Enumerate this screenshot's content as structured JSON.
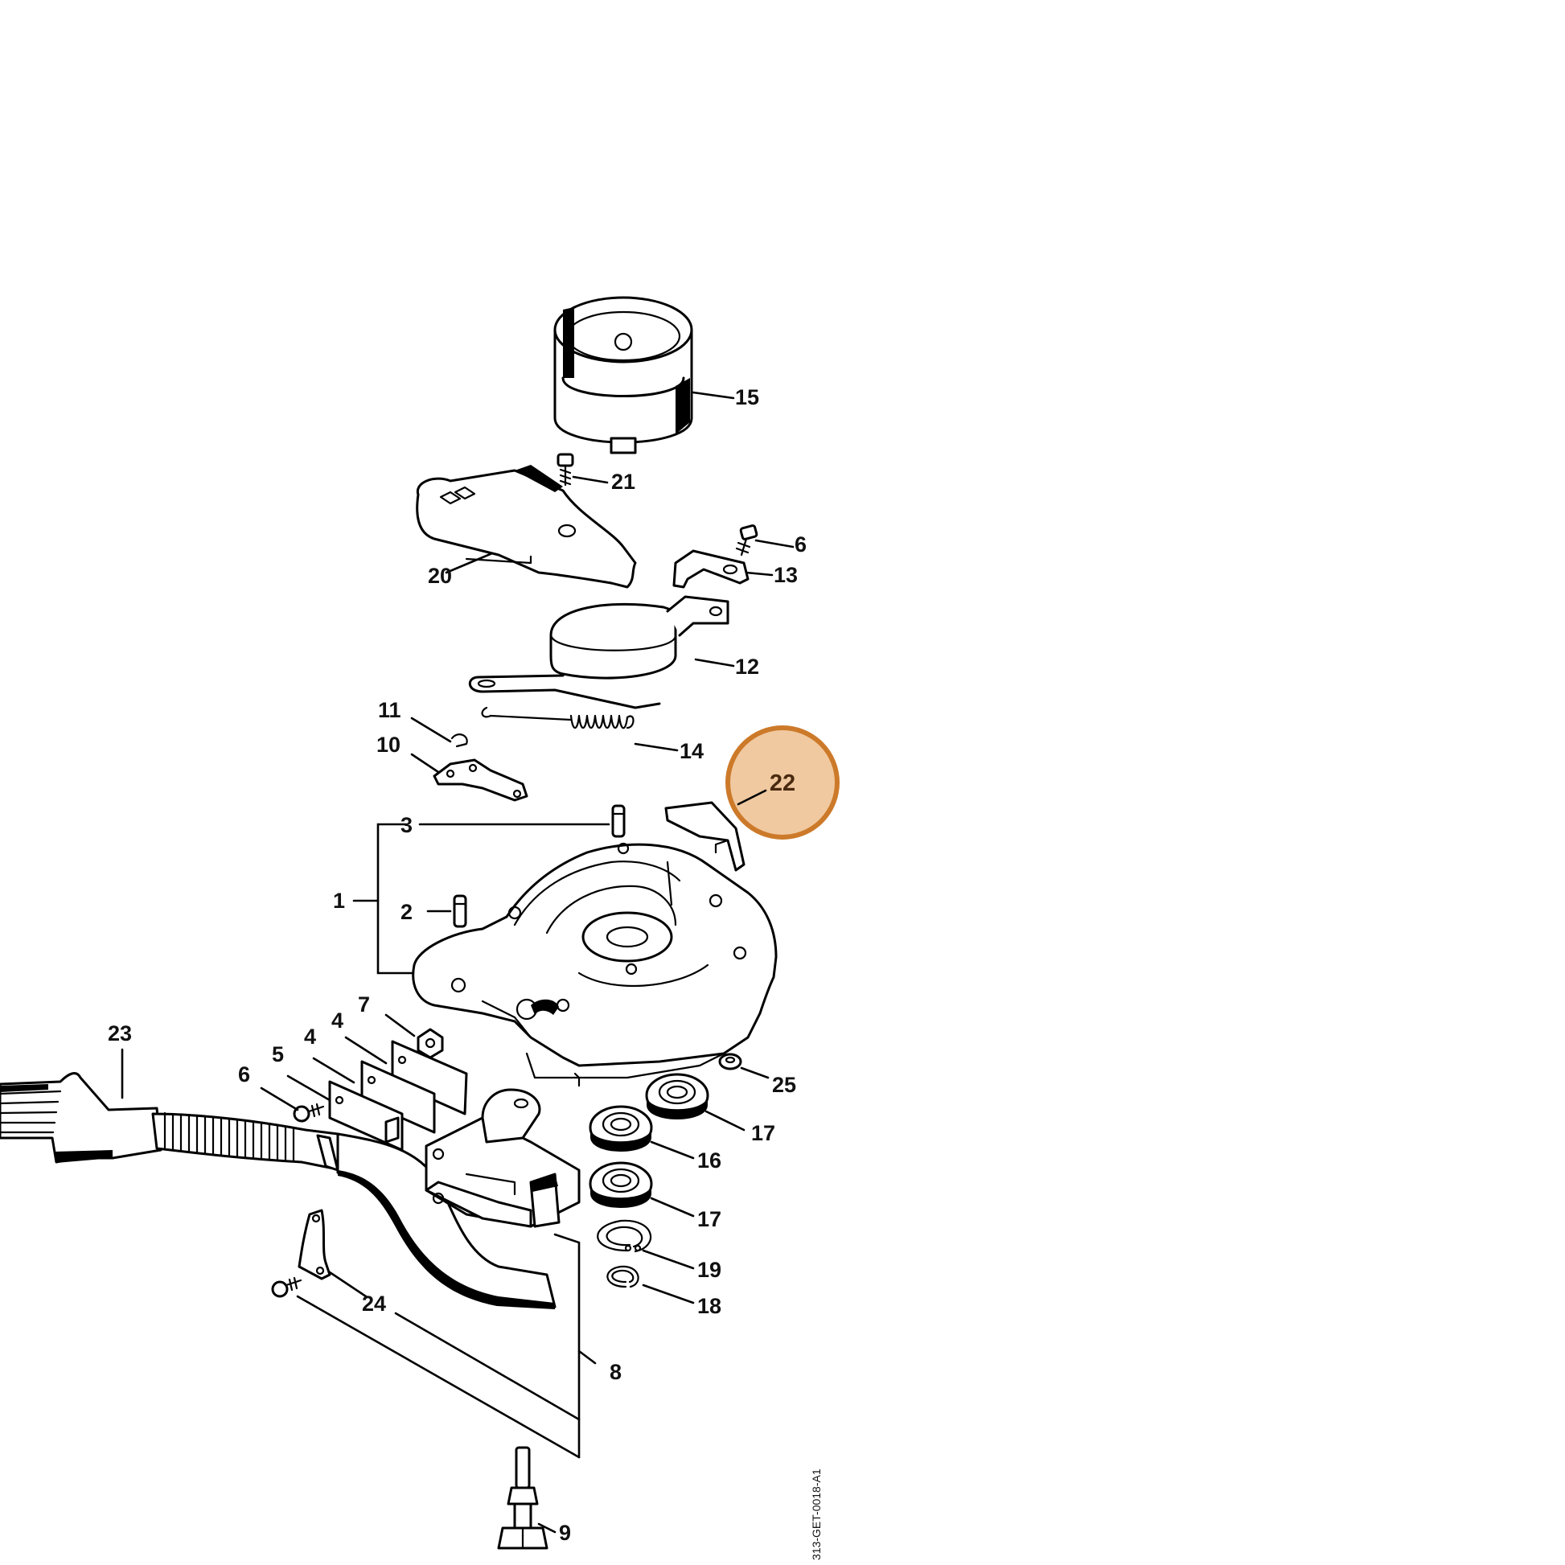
{
  "diagram": {
    "highlight": {
      "label": "22",
      "fill": "#f0c9a0",
      "stroke": "#cc7a2a"
    },
    "callouts": {
      "c1": "1",
      "c2": "2",
      "c3": "3",
      "c4a": "4",
      "c4b": "4",
      "c5": "5",
      "c6a": "6",
      "c6b": "6",
      "c7": "7",
      "c8": "8",
      "c9": "9",
      "c10": "10",
      "c11": "11",
      "c12": "12",
      "c13": "13",
      "c14": "14",
      "c15": "15",
      "c16": "16",
      "c17a": "17",
      "c17b": "17",
      "c18": "18",
      "c19": "19",
      "c20": "20",
      "c21": "21",
      "c23": "23",
      "c24": "24",
      "c25": "25"
    },
    "drawing_code": "313-GET-0018-A1"
  }
}
